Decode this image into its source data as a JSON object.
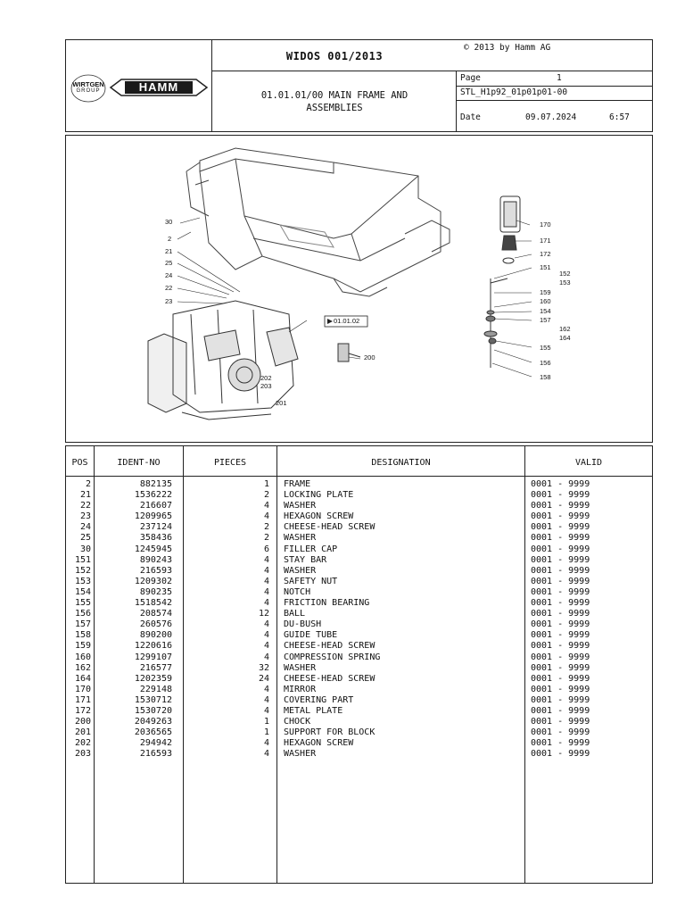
{
  "header": {
    "doc_title": "WIDOS 001/2013",
    "copyright": "© 2013 by Hamm AG",
    "section_title_line1": "01.01.01/00 MAIN FRAME AND",
    "section_title_line2": "ASSEMBLIES",
    "page_label": "Page",
    "page_value": "1",
    "doc_code": "STL_H1p92_01p01p01-00",
    "date_label": "Date",
    "date_value": "09.07.2024",
    "time_value": "6:57",
    "logo_wirtgen_line1": "WIRTGEN",
    "logo_wirtgen_line2": "GROUP",
    "logo_hamm": "HAMM"
  },
  "diagram": {
    "ref_label": "01.01.02",
    "left_callouts": [
      "30",
      "2",
      "21",
      "25",
      "24",
      "22",
      "23"
    ],
    "right_callouts": [
      "170",
      "171",
      "172",
      "151",
      "152",
      "153",
      "159",
      "160",
      "154",
      "157",
      "162",
      "164",
      "155",
      "156",
      "158"
    ],
    "center_callouts": [
      "200",
      "202",
      "203",
      "201"
    ]
  },
  "table": {
    "columns": [
      "POS",
      "IDENT-NO",
      "PIECES",
      "DESIGNATION",
      "VALID"
    ],
    "rows": [
      {
        "pos": "2",
        "ident": "882135",
        "pieces": "1",
        "designation": "FRAME",
        "valid": "0001 - 9999"
      },
      {
        "pos": "21",
        "ident": "1536222",
        "pieces": "2",
        "designation": "LOCKING PLATE",
        "valid": "0001 - 9999"
      },
      {
        "pos": "22",
        "ident": "216607",
        "pieces": "4",
        "designation": "WASHER",
        "valid": "0001 - 9999"
      },
      {
        "pos": "23",
        "ident": "1209965",
        "pieces": "4",
        "designation": "HEXAGON SCREW",
        "valid": "0001 - 9999"
      },
      {
        "pos": "24",
        "ident": "237124",
        "pieces": "2",
        "designation": "CHEESE-HEAD SCREW",
        "valid": "0001 - 9999"
      },
      {
        "pos": "25",
        "ident": "358436",
        "pieces": "2",
        "designation": "WASHER",
        "valid": "0001 - 9999"
      },
      {
        "pos": "30",
        "ident": "1245945",
        "pieces": "6",
        "designation": "FILLER CAP",
        "valid": "0001 - 9999"
      },
      {
        "pos": "151",
        "ident": "890243",
        "pieces": "4",
        "designation": "STAY BAR",
        "valid": "0001 - 9999"
      },
      {
        "pos": "152",
        "ident": "216593",
        "pieces": "4",
        "designation": "WASHER",
        "valid": "0001 - 9999"
      },
      {
        "pos": "153",
        "ident": "1209302",
        "pieces": "4",
        "designation": "SAFETY NUT",
        "valid": "0001 - 9999"
      },
      {
        "pos": "154",
        "ident": "890235",
        "pieces": "4",
        "designation": "NOTCH",
        "valid": "0001 - 9999"
      },
      {
        "pos": "155",
        "ident": "1518542",
        "pieces": "4",
        "designation": "FRICTION BEARING",
        "valid": "0001 - 9999"
      },
      {
        "pos": "156",
        "ident": "208574",
        "pieces": "12",
        "designation": "BALL",
        "valid": "0001 - 9999"
      },
      {
        "pos": "157",
        "ident": "260576",
        "pieces": "4",
        "designation": "DU-BUSH",
        "valid": "0001 - 9999"
      },
      {
        "pos": "158",
        "ident": "890200",
        "pieces": "4",
        "designation": "GUIDE TUBE",
        "valid": "0001 - 9999"
      },
      {
        "pos": "159",
        "ident": "1220616",
        "pieces": "4",
        "designation": "CHEESE-HEAD SCREW",
        "valid": "0001 - 9999"
      },
      {
        "pos": "160",
        "ident": "1299107",
        "pieces": "4",
        "designation": "COMPRESSION SPRING",
        "valid": "0001 - 9999"
      },
      {
        "pos": "162",
        "ident": "216577",
        "pieces": "32",
        "designation": "WASHER",
        "valid": "0001 - 9999"
      },
      {
        "pos": "164",
        "ident": "1202359",
        "pieces": "24",
        "designation": "CHEESE-HEAD SCREW",
        "valid": "0001 - 9999"
      },
      {
        "pos": "170",
        "ident": "229148",
        "pieces": "4",
        "designation": "MIRROR",
        "valid": "0001 - 9999"
      },
      {
        "pos": "171",
        "ident": "1530712",
        "pieces": "4",
        "designation": "COVERING PART",
        "valid": "0001 - 9999"
      },
      {
        "pos": "172",
        "ident": "1530720",
        "pieces": "4",
        "designation": "METAL PLATE",
        "valid": "0001 - 9999"
      },
      {
        "pos": "200",
        "ident": "2049263",
        "pieces": "1",
        "designation": "CHOCK",
        "valid": "0001 - 9999"
      },
      {
        "pos": "201",
        "ident": "2036565",
        "pieces": "1",
        "designation": "SUPPORT FOR BLOCK",
        "valid": "0001 - 9999"
      },
      {
        "pos": "202",
        "ident": "294942",
        "pieces": "4",
        "designation": "HEXAGON SCREW",
        "valid": "0001 - 9999"
      },
      {
        "pos": "203",
        "ident": "216593",
        "pieces": "4",
        "designation": "WASHER",
        "valid": "0001 - 9999"
      }
    ]
  }
}
